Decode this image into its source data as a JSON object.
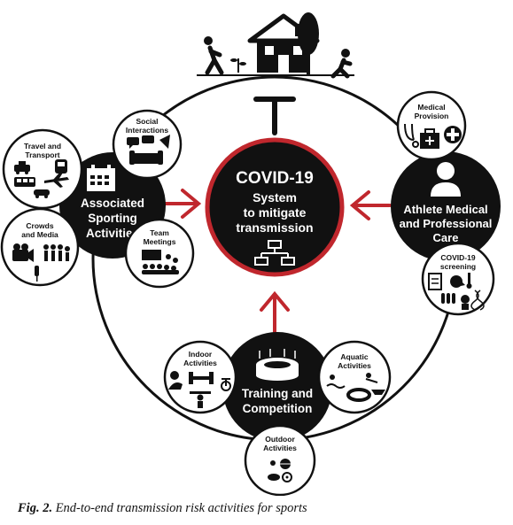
{
  "hub": {
    "title": "COVID-19",
    "line1": "System",
    "line2": "to mitigate",
    "line3": "transmission"
  },
  "nodes": {
    "associated": {
      "line1": "Associated",
      "line2": "Sporting",
      "line3": "Activities"
    },
    "athlete": {
      "line1": "Athlete Medical",
      "line2": "and Professional",
      "line3": "Care"
    },
    "training": {
      "line1": "Training and",
      "line2": "Competition"
    }
  },
  "satellites": {
    "social": {
      "line1": "Social",
      "line2": "Interactions"
    },
    "travel": {
      "line1": "Travel and",
      "line2": "Transport"
    },
    "crowds": {
      "line1": "Crowds",
      "line2": "and Media"
    },
    "team": {
      "line1": "Team",
      "line2": "Meetings"
    },
    "medical": {
      "line1": "Medical",
      "line2": "Provision"
    },
    "screening": {
      "line1": "COVID-19",
      "line2": "screening"
    },
    "indoor": {
      "line1": "Indoor",
      "line2": "Activities"
    },
    "aquatic": {
      "line1": "Aquatic",
      "line2": "Activities"
    },
    "outdoor": {
      "line1": "Outdoor",
      "line2": "Activities"
    }
  },
  "caption": {
    "label": "Fig. 2.",
    "text": "End-to-end transmission risk activities for sports"
  },
  "colors": {
    "accent_red": "#c0272d",
    "node_fill": "#111111",
    "satellite_stroke": "#111111"
  }
}
